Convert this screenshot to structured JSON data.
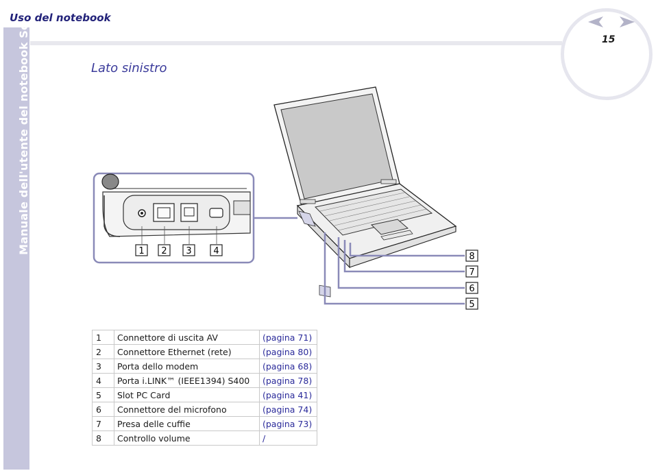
{
  "header": {
    "title": "Uso del notebook"
  },
  "sidebar": {
    "text": "Manuale dell'utente del notebook Sony"
  },
  "page": {
    "number": "15"
  },
  "section": {
    "title": "Lato sinistro"
  },
  "callouts": {
    "bottom": [
      "1",
      "2",
      "3",
      "4"
    ],
    "right": [
      "8",
      "7",
      "6",
      "5"
    ]
  },
  "ports_table": {
    "rows": [
      {
        "num": "1",
        "desc": "Connettore di uscita AV",
        "ref": "(pagina 71)"
      },
      {
        "num": "2",
        "desc": "Connettore Ethernet (rete)",
        "ref": "(pagina 80)"
      },
      {
        "num": "3",
        "desc": "Porta dello modem",
        "ref": "(pagina 68)"
      },
      {
        "num": "4",
        "desc": "Porta i.LINK™ (IEEE1394) S400",
        "ref": "(pagina 78)"
      },
      {
        "num": "5",
        "desc": "Slot PC Card",
        "ref": "(pagina 41)"
      },
      {
        "num": "6",
        "desc": "Connettore del microfono",
        "ref": "(pagina 74)"
      },
      {
        "num": "7",
        "desc": "Presa delle cuffie",
        "ref": "(pagina 73)"
      },
      {
        "num": "8",
        "desc": "Controllo volume",
        "ref": "/"
      }
    ]
  },
  "colors": {
    "sidebar": "#c6c6dd",
    "accent": "#3a3a9a",
    "callout_line": "#8a8ab8"
  },
  "icons": [
    "prev-arrow-icon",
    "next-arrow-icon"
  ]
}
